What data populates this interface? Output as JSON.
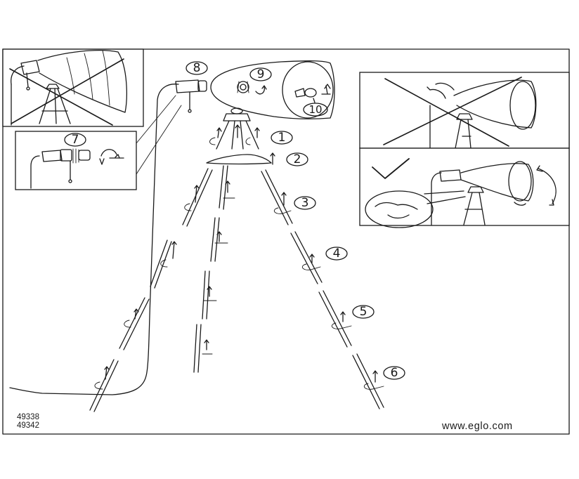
{
  "steps": [
    "1",
    "2",
    "3",
    "4",
    "5",
    "6",
    "7",
    "8",
    "9",
    "10"
  ],
  "models": [
    "49338",
    "49342"
  ],
  "website": "www.eglo.com",
  "panels": {
    "wrong_top_left": "cross-mark-icon",
    "wrong_top_right": "cross-mark-icon",
    "correct_right": "check-mark-icon"
  }
}
